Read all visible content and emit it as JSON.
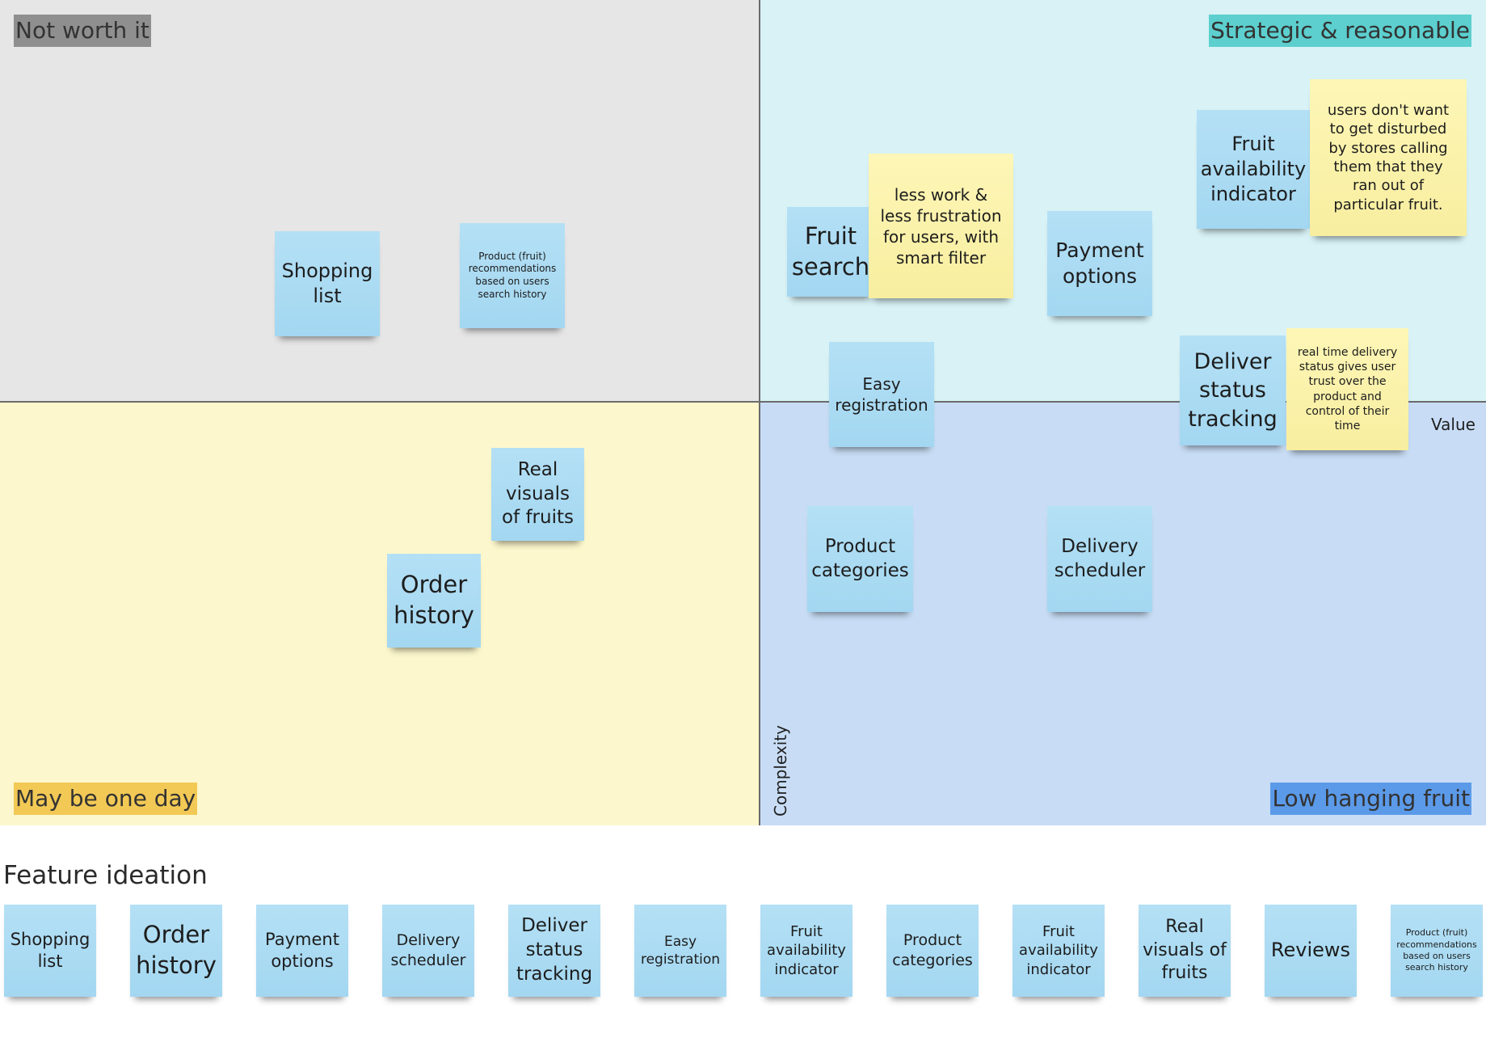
{
  "quadrants": {
    "top_left": {
      "label": "Not worth it",
      "background": "#e6e6e6",
      "label_bg": "#8f8f8f"
    },
    "top_right": {
      "label": "Strategic & reasonable",
      "background": "#d8f2f6",
      "label_bg": "#5ccfce"
    },
    "bottom_left": {
      "label": "May be one day",
      "background": "#fcf7cc",
      "label_bg": "#f2c955"
    },
    "bottom_right": {
      "label": "Low hanging fruit",
      "background": "#c8ddf5",
      "label_bg": "#5b9ae9"
    }
  },
  "axes": {
    "value": "Value",
    "complexity": "Complexity"
  },
  "notes": {
    "shopping_list": "Shopping list",
    "recommendations": "Product (fruit) recommendations based on users search history",
    "real_visuals": "Real visuals of fruits",
    "order_history": "Order history",
    "fruit_search": "Fruit search",
    "fruit_search_comment": "less work & less frustration for users, with smart filter",
    "payment_options": "Payment options",
    "availability": "Fruit availability indicator",
    "availability_comment": "users don't want to get disturbed by stores calling them that they ran out of particular fruit.",
    "easy_registration": "Easy registration",
    "deliver_status": "Deliver status tracking",
    "deliver_status_comment": "real time delivery status gives user trust over the product and control of their time",
    "product_categories": "Product categories",
    "delivery_scheduler": "Delivery scheduler"
  },
  "feature_ideation": {
    "title": "Feature ideation",
    "items": [
      "Shopping list",
      "Order history",
      "Payment options",
      "Delivery scheduler",
      "Deliver status tracking",
      "Easy registration",
      "Fruit availability indicator",
      "Product categories",
      "Fruit availability indicator",
      "Real visuals of fruits",
      "Reviews",
      "Product (fruit) recommendations based on users search history"
    ]
  },
  "colors": {
    "sticky_blue": "#a9dbf3",
    "sticky_yellow": "#fbf3a7",
    "divider": "#6b6b6b"
  }
}
